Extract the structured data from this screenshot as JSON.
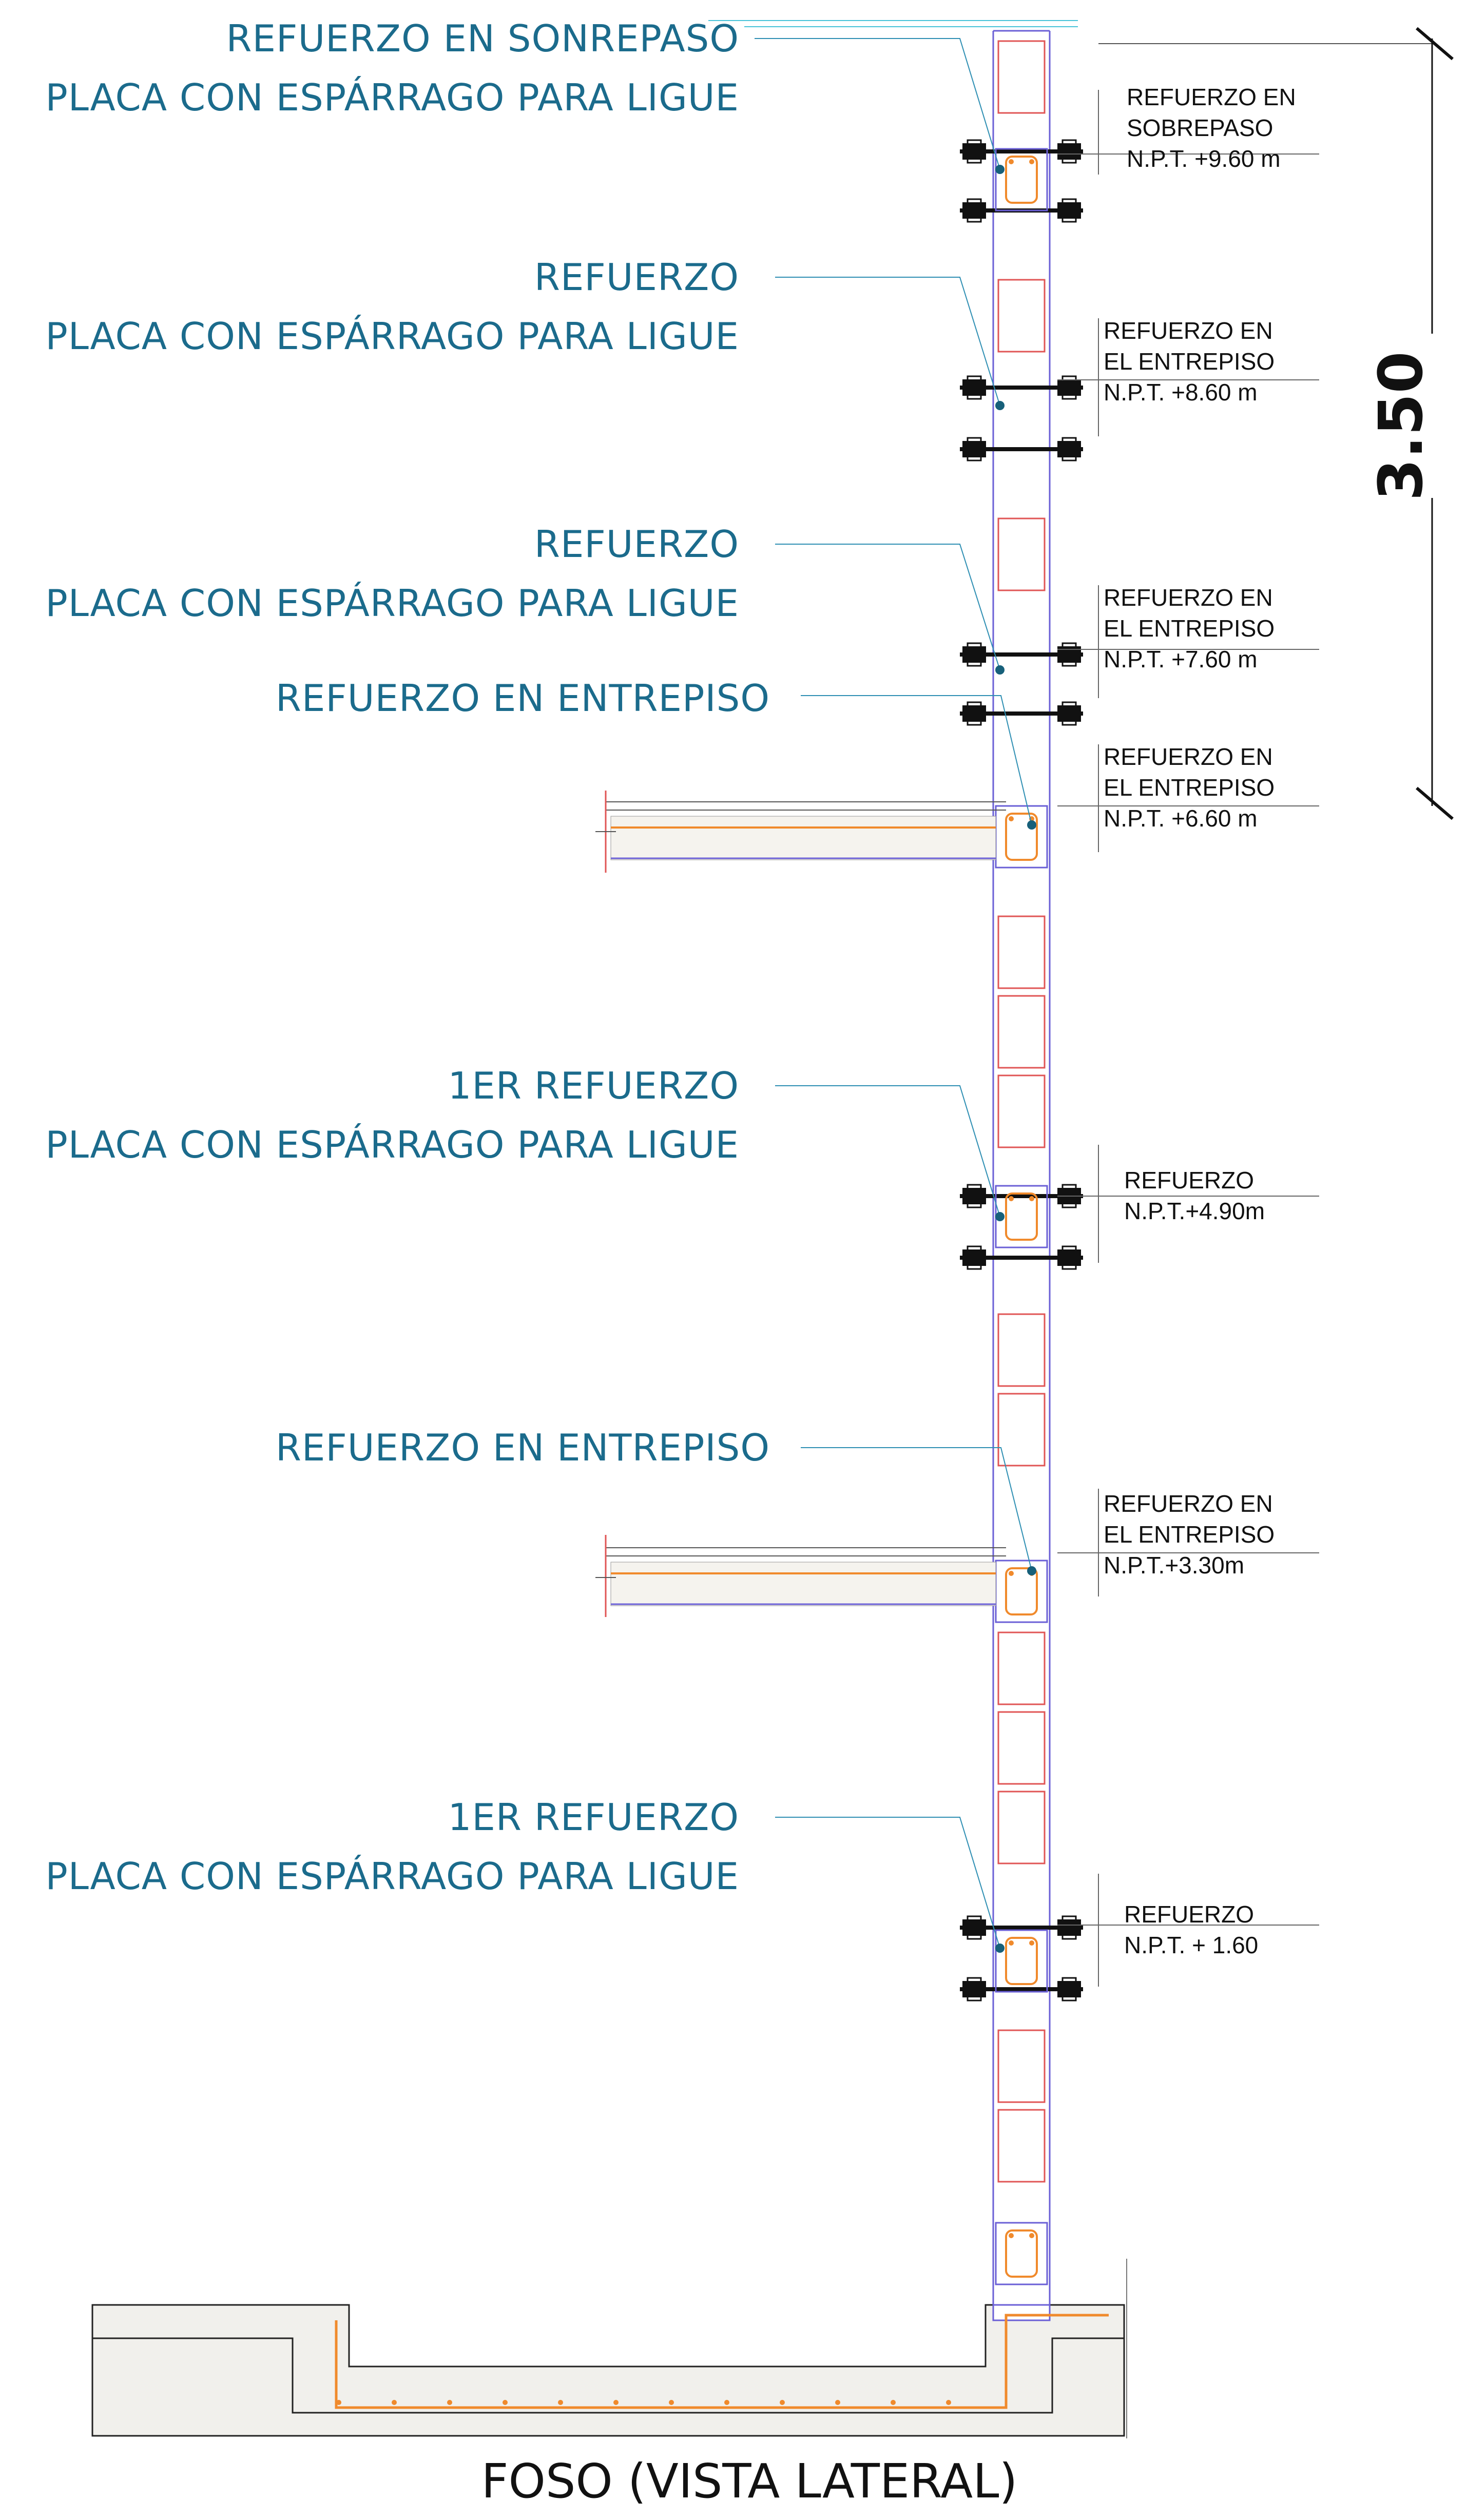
{
  "colors": {
    "label_blue": "#1b6b8c",
    "block_red": "#e05555",
    "wall_blue": "#6a5fd6",
    "rebar_orange": "#f08a2c",
    "leader_blue": "#2f8fb3",
    "dot_teal": "#17607a",
    "ink": "#111111"
  },
  "left_labels": [
    {
      "text": "REFUERZO EN SONREPASO"
    },
    {
      "text": "PLACA CON ESPÁRRAGO PARA LIGUE"
    },
    {
      "text": "REFUERZO"
    },
    {
      "text": "PLACA CON ESPÁRRAGO PARA LIGUE"
    },
    {
      "text": "REFUERZO"
    },
    {
      "text": "PLACA CON ESPÁRRAGO PARA LIGUE"
    },
    {
      "text": "REFUERZO EN ENTREPISO"
    },
    {
      "text": "1ER REFUERZO"
    },
    {
      "text": "PLACA CON ESPÁRRAGO PARA LIGUE"
    },
    {
      "text": "REFUERZO EN ENTREPISO"
    },
    {
      "text": "1ER REFUERZO"
    },
    {
      "text": "PLACA CON ESPÁRRAGO PARA LIGUE"
    }
  ],
  "right_notes": [
    {
      "lines": [
        "REFUERZO EN",
        "SOBREPASO",
        "N.P.T. +9.60 m"
      ]
    },
    {
      "lines": [
        "REFUERZO EN",
        "EL ENTREPISO",
        "N.P.T. +8.60 m"
      ]
    },
    {
      "lines": [
        "REFUERZO EN",
        "EL ENTREPISO",
        "N.P.T. +7.60 m"
      ]
    },
    {
      "lines": [
        "REFUERZO EN",
        "EL ENTREPISO",
        "N.P.T. +6.60 m"
      ]
    },
    {
      "lines": [
        "REFUERZO",
        "N.P.T.+4.90m"
      ]
    },
    {
      "lines": [
        "REFUERZO EN",
        "EL ENTREPISO",
        "N.P.T.+3.30m"
      ]
    },
    {
      "lines": [
        "REFUERZO",
        "N.P.T. + 1.60"
      ]
    }
  ],
  "dimension": {
    "text": "3.50"
  },
  "title": {
    "text": "FOSO (VISTA LATERAL)"
  }
}
